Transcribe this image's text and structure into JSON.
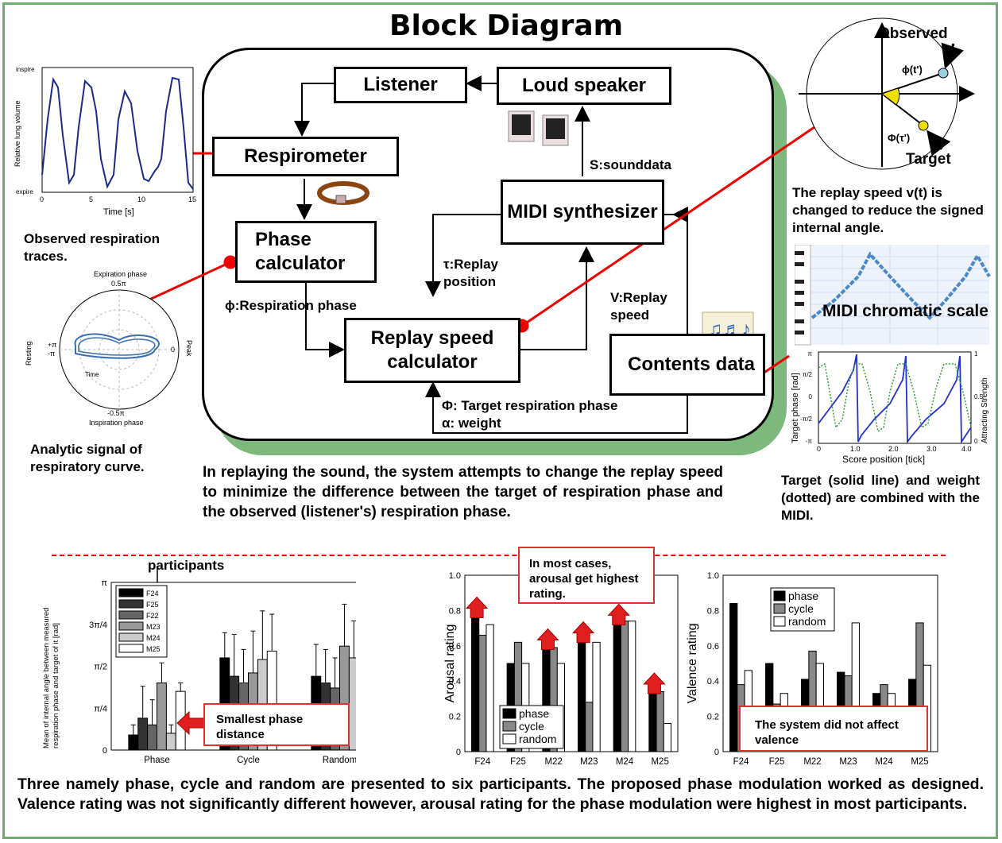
{
  "title": "Block Diagram",
  "blocks": {
    "listener": "Listener",
    "loud_speaker": "Loud speaker",
    "respirometer": "Respirometer",
    "phase_calculator": "Phase calculator",
    "midi_synth": "MIDI synthesizer",
    "replay_calc": "Replay speed calculator",
    "contents": "Contents data"
  },
  "signals": {
    "sounddata": "S:sounddata",
    "replay_pos": "τ:Replay position",
    "resp_phase": "ϕ:Respiration phase",
    "replay_speed": "V:Replay speed",
    "target_phase": "Φ: Target respiration phase",
    "weight": "α:  weight"
  },
  "left_panel": {
    "trace_ylabel": "Relative lung volume",
    "trace_inspire": "inspire",
    "trace_expire": "expire",
    "trace_xlabel": "Time [s]",
    "trace_ticks": [
      "0",
      "5",
      "10",
      "15"
    ],
    "trace_caption": "Observed respiration traces.",
    "polar_top": "Expiration phase",
    "polar_top_val": "0.5π",
    "polar_bottom": "Inspiration phase",
    "polar_bottom_val": "-0.5π",
    "polar_left_a": "+π",
    "polar_left_b": "-π",
    "polar_right": "0",
    "polar_resting": "Resting",
    "polar_peak": "Peak",
    "polar_time": "Time",
    "polar_caption": "Analytic signal of respiratory curve."
  },
  "right_panel": {
    "observed": "Observed",
    "target": "Target",
    "phi_small": "ϕ(t')",
    "phi_big": "Φ(τ')",
    "speed_caption": "The replay speed v(t) is changed to reduce the signed internal angle.",
    "midi_label": "MIDI chromatic scale",
    "tp_ylabel": "Target phase [rad]",
    "tp_ylabel2": "Attracting Strength",
    "tp_xlabel": "Score position [tick]",
    "tp_yticks": [
      "π",
      "π/2",
      "0",
      "-π/2",
      "-π"
    ],
    "tp_y2ticks": [
      "1",
      "0.5",
      "0"
    ],
    "tp_xticks": [
      "0",
      "1.0",
      "2.0",
      "3.0",
      "4.0"
    ],
    "tp_caption": "Target (solid line) and weight (dotted) are combined with the MIDI."
  },
  "center_text": "In replaying the sound, the system attempts to change the replay speed to minimize the difference between the target of respiration phase and the observed (listener's) respiration phase.",
  "bottom_text": "Three namely phase, cycle and random are presented to six participants. The proposed phase modulation worked as designed. Valence rating was not significantly different however, arousal rating for the phase modulation were highest in most participants.",
  "notes": {
    "participants": "participants",
    "smallest": "Smallest phase distance",
    "arousal_note": "In most cases, arousal get highest rating.",
    "valence_note": "The system did not affect valence"
  },
  "chart_data": [
    {
      "type": "bar",
      "ylabel": "Mean of internal angle between measured respiration phase and target of it [rad]",
      "categories": [
        "Phase",
        "Cycle",
        "Random"
      ],
      "yticks": [
        "0",
        "π/4",
        "π/2",
        "3π/4",
        "π"
      ],
      "ylim": [
        0,
        1
      ],
      "series": [
        {
          "name": "F24",
          "color": "#000000",
          "values": [
            0.09,
            0.55,
            0.44
          ]
        },
        {
          "name": "F25",
          "color": "#333333",
          "values": [
            0.19,
            0.44,
            0.4
          ]
        },
        {
          "name": "F22",
          "color": "#666666",
          "values": [
            0.15,
            0.4,
            0.37
          ]
        },
        {
          "name": "M23",
          "color": "#999999",
          "values": [
            0.4,
            0.46,
            0.62
          ]
        },
        {
          "name": "M24",
          "color": "#cccccc",
          "values": [
            0.1,
            0.54,
            0.55
          ]
        },
        {
          "name": "M25",
          "color": "#ffffff",
          "values": [
            0.35,
            0.59,
            0.5
          ]
        }
      ],
      "legend": "top-left"
    },
    {
      "type": "bar",
      "ylabel": "Arousal rating",
      "categories": [
        "F24",
        "F25",
        "M22",
        "M23",
        "M24",
        "M25"
      ],
      "yticks": [
        "0",
        "0.2",
        "0.4",
        "0.6",
        "0.8",
        "1.0"
      ],
      "ylim": [
        0,
        1
      ],
      "series": [
        {
          "name": "phase",
          "color": "#000000",
          "values": [
            0.84,
            0.5,
            0.66,
            0.7,
            0.8,
            0.41
          ]
        },
        {
          "name": "cycle",
          "color": "#888888",
          "values": [
            0.66,
            0.62,
            0.59,
            0.28,
            0.74,
            0.34
          ]
        },
        {
          "name": "random",
          "color": "#ffffff",
          "values": [
            0.72,
            0.5,
            0.5,
            0.62,
            0.74,
            0.16
          ]
        }
      ],
      "legend": "bottom-left"
    },
    {
      "type": "bar",
      "ylabel": "Valence rating",
      "categories": [
        "F24",
        "F25",
        "M22",
        "M23",
        "M24",
        "M25"
      ],
      "yticks": [
        "0",
        "0.2",
        "0.4",
        "0.6",
        "0.8",
        "1.0"
      ],
      "ylim": [
        0,
        1
      ],
      "series": [
        {
          "name": "phase",
          "color": "#000000",
          "values": [
            0.84,
            0.5,
            0.41,
            0.45,
            0.33,
            0.41
          ]
        },
        {
          "name": "cycle",
          "color": "#888888",
          "values": [
            0.38,
            0.27,
            0.57,
            0.43,
            0.38,
            0.73
          ]
        },
        {
          "name": "random",
          "color": "#ffffff",
          "values": [
            0.46,
            0.33,
            0.5,
            0.73,
            0.33,
            0.49
          ]
        }
      ],
      "legend": "top-left"
    }
  ]
}
